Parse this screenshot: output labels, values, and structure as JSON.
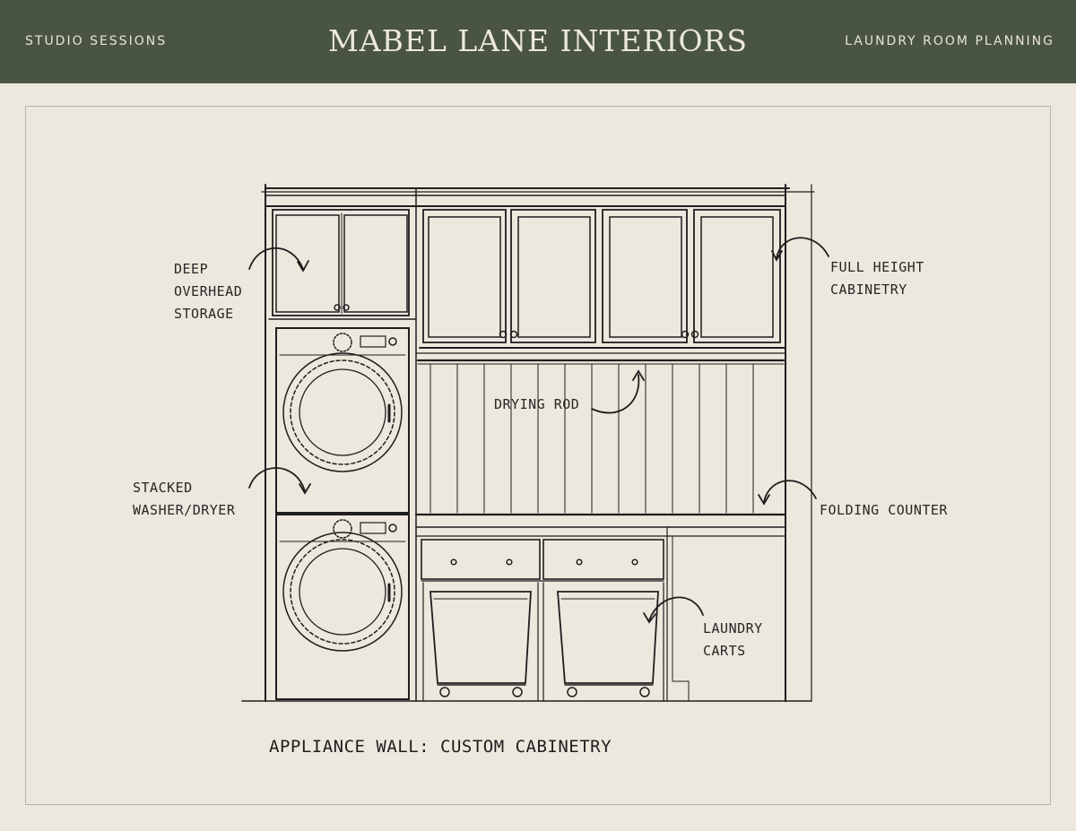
{
  "header": {
    "left": "STUDIO SESSIONS",
    "title": "MABEL LANE INTERIORS",
    "right": "LAUNDRY ROOM PLANNING"
  },
  "labels": {
    "deep_overhead_1": "DEEP",
    "deep_overhead_2": "OVERHEAD",
    "deep_overhead_3": "STORAGE",
    "full_height_1": "FULL HEIGHT",
    "full_height_2": "CABINETRY",
    "drying_rod": "DRYING ROD",
    "stacked_1": "STACKED",
    "stacked_2": "WASHER/DRYER",
    "folding_counter": "FOLDING COUNTER",
    "carts_1": "LAUNDRY",
    "carts_2": "CARTS"
  },
  "caption": "APPLIANCE WALL: CUSTOM CABINETRY",
  "colors": {
    "header_bg": "#4a5442",
    "paper": "#ede8de",
    "ink": "#1e1e1e"
  }
}
